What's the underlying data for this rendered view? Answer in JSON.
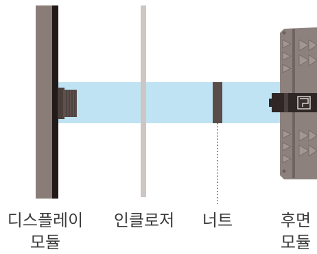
{
  "labels": {
    "display_module": "디스플레이\n모듈",
    "enclosure": "인클로저",
    "nut": "너트",
    "rear_module": "후면\n모듈"
  },
  "colors": {
    "display_panel": "#8a7d77",
    "display_face": "#221a18",
    "enclosure_wall": "#cdc6c3",
    "cylinder": "#bfe3f2",
    "nut": "#5a4c48",
    "rear_module": "#8c817d",
    "label_text": "#3a3a3a"
  }
}
